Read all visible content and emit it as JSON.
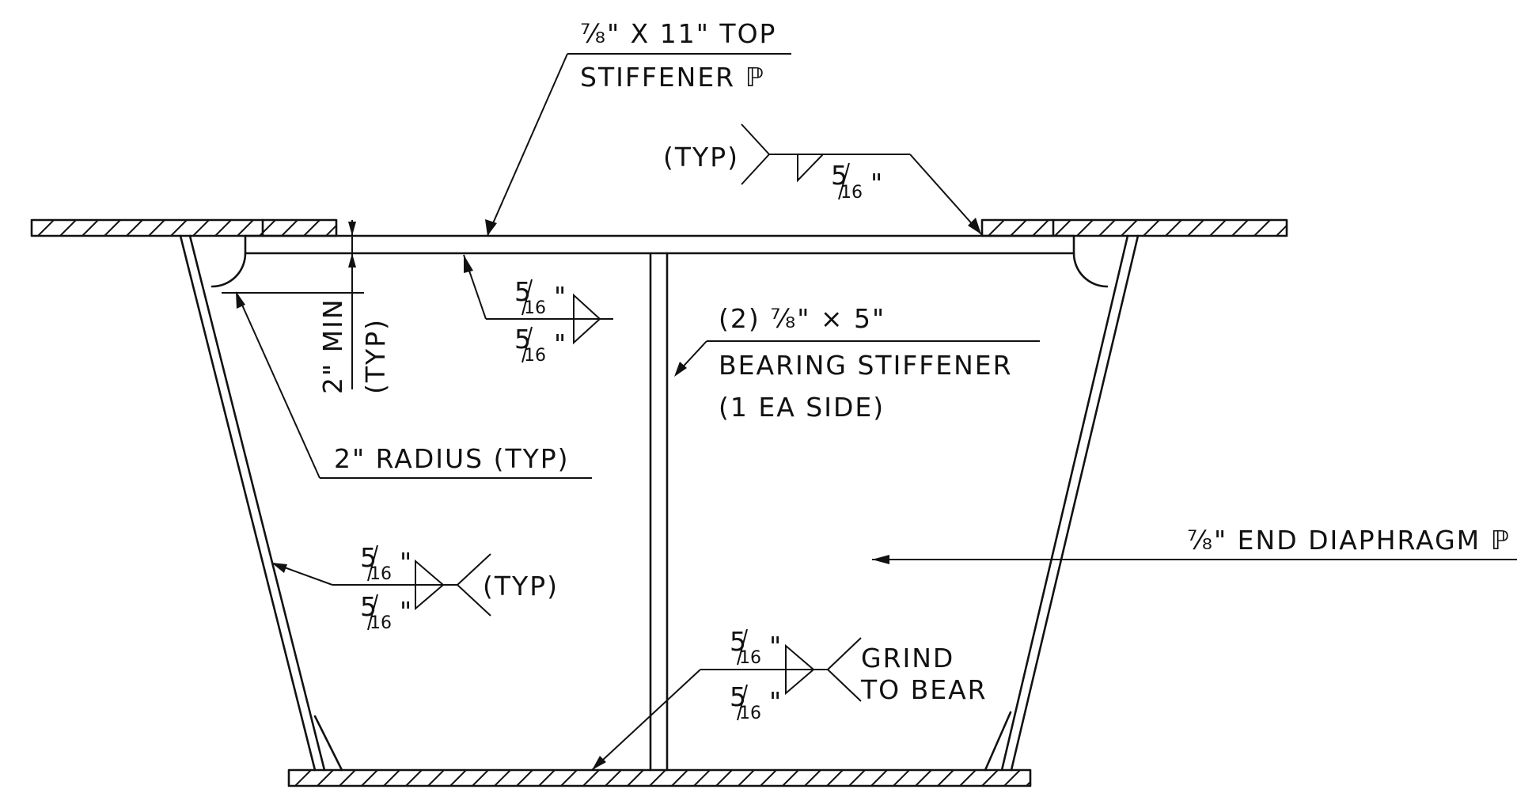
{
  "labels": {
    "top_stiffener_line1": "⅞\" X 11\" TOP",
    "top_stiffener_line2": "STIFFENER ℙ",
    "typ_top": "(TYP)",
    "fillet_top_num": "5",
    "fillet_top_den": "16",
    "fillet_top_in": "\"",
    "fillet_mid_upper_num": "5",
    "fillet_mid_upper_den": "16",
    "fillet_mid_upper_in": "\"",
    "fillet_mid_lower_num": "5",
    "fillet_mid_lower_den": "16",
    "fillet_mid_lower_in": "\"",
    "min_dim": "2\" MIN",
    "min_dim_typ": "(TYP)",
    "bearing_line1": "(2) ⅞\" × 5\"",
    "bearing_line2": "BEARING STIFFENER",
    "bearing_line3": "(1 EA SIDE)",
    "radius": "2\" RADIUS (TYP)",
    "end_diaphragm": "⅞\" END DIAPHRAGM ℙ",
    "fillet_left_upper_num": "5",
    "fillet_left_upper_den": "16",
    "fillet_left_upper_in": "\"",
    "fillet_left_lower_num": "5",
    "fillet_left_lower_den": "16",
    "fillet_left_lower_in": "\"",
    "typ_left": "(TYP)",
    "fillet_bottom_upper_num": "5",
    "fillet_bottom_upper_den": "16",
    "fillet_bottom_upper_in": "\"",
    "fillet_bottom_lower_num": "5",
    "fillet_bottom_lower_den": "16",
    "fillet_bottom_lower_in": "\"",
    "grind_line1": "GRIND",
    "grind_line2": "TO BEAR"
  },
  "colors": {
    "ink": "#111111",
    "paper": "#ffffff"
  }
}
